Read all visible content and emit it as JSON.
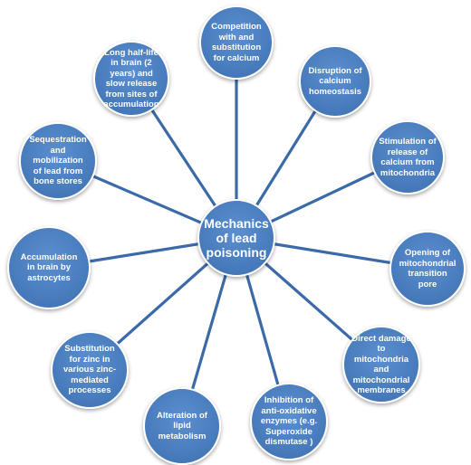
{
  "center": {
    "label": "Mechanics\nof lead\npoisoning"
  },
  "nodes": [
    {
      "label": "Competition\nwith and\nsubstitution\nfor calcium"
    },
    {
      "label": "Disruption  of\ncalcium\nhomeostasis"
    },
    {
      "label": "Stimulation  of\nrelease of\ncalcium from\nmitochondria"
    },
    {
      "label": "Opening  of\nmitochondrial\ntransition\npore"
    },
    {
      "label": "Direct damage\nto\nmitochondria\nand\nmitochondrial\nmembranes"
    },
    {
      "label": "Inhibition  of\nanti-oxidative\nenzymes (e.g.\nSuperoxide\ndismutase )"
    },
    {
      "label": "Alteration of\nlipid\nmetabolism"
    },
    {
      "label": "Substitution\nfor zinc in\nvarious zinc-\nmediated\nprocesses"
    },
    {
      "label": "Accumulation\nin brain by\nastrocytes"
    },
    {
      "label": "Sequestration\nand\nmobilization\nof lead from\nbone stores"
    },
    {
      "label": "Long half-life\nin brain (2\nyears) and\nslow release\nfrom sites of\naccumulation"
    }
  ],
  "colors": {
    "node_fill": "#4a7ebf",
    "connector": "#3a6aa8",
    "text": "#ffffff"
  }
}
